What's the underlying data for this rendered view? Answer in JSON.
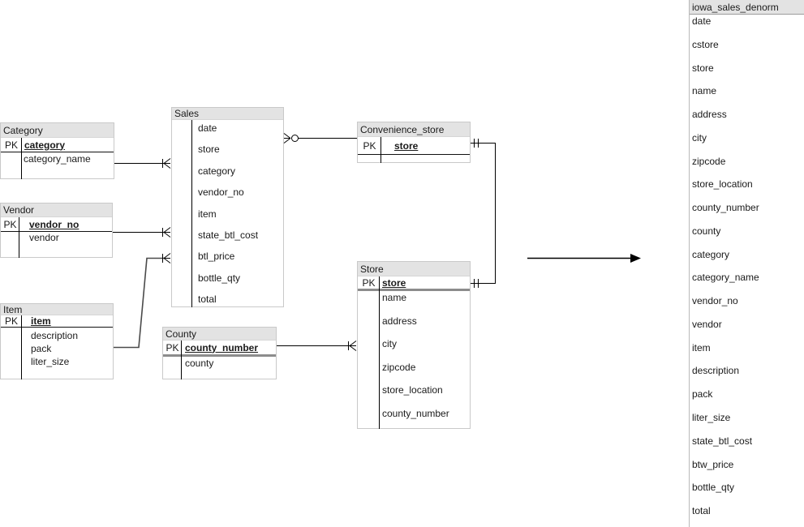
{
  "diagram": {
    "tables": {
      "category": {
        "title": "Category",
        "pk_label": "PK",
        "pk_field": "category",
        "fields": [
          "category_name"
        ]
      },
      "vendor": {
        "title": "Vendor",
        "pk_label": "PK",
        "pk_field": "vendor_no",
        "fields": [
          "vendor"
        ]
      },
      "item": {
        "title": "Item",
        "pk_label": "PK",
        "pk_field": "item",
        "fields": [
          "description",
          "pack",
          "liter_size"
        ]
      },
      "sales": {
        "title": "Sales",
        "pk_label": "",
        "pk_field": "",
        "fields": [
          "date",
          "store",
          "category",
          "vendor_no",
          "item",
          "state_btl_cost",
          "btl_price",
          "bottle_qty",
          "total"
        ]
      },
      "county": {
        "title": "County",
        "pk_label": "PK",
        "pk_field": "county_number",
        "fields": [
          "county"
        ]
      },
      "convenience_store": {
        "title": "Convenience_store",
        "pk_label": "PK",
        "pk_field": "store",
        "fields": []
      },
      "store": {
        "title": "Store",
        "pk_label": "PK",
        "pk_field": "store",
        "fields": [
          "name",
          "address",
          "city",
          "zipcode",
          "store_location",
          "county_number"
        ]
      }
    },
    "denorm": {
      "title": "iowa_sales_denorm",
      "fields": [
        "date",
        "cstore",
        "store",
        "name",
        "address",
        "city",
        "zipcode",
        "store_location",
        "county_number",
        "county",
        "category",
        "category_name",
        "vendor_no",
        "vendor",
        "item",
        "description",
        "pack",
        "liter_size",
        "state_btl_cost",
        "btw_price",
        "bottle_qty",
        "total"
      ]
    },
    "relationships": [
      {
        "from": "Category",
        "to": "Sales",
        "cardinality": "one-to-many"
      },
      {
        "from": "Vendor",
        "to": "Sales",
        "cardinality": "one-to-many"
      },
      {
        "from": "Item",
        "to": "Sales",
        "cardinality": "one-to-many"
      },
      {
        "from": "Convenience_store",
        "to": "Sales",
        "cardinality": "one-to-zero-or-many"
      },
      {
        "from": "Convenience_store",
        "to": "Store",
        "cardinality": "one-to-one"
      },
      {
        "from": "County",
        "to": "Store",
        "cardinality": "one-to-many"
      }
    ],
    "colors": {
      "header_bg": "#e3e3e3",
      "box_border": "#c9c9c9",
      "line": "#000000",
      "thick_pk_divider": "#8c8c8c"
    }
  }
}
